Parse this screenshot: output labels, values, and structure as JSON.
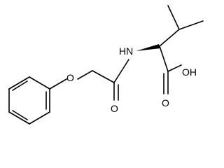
{
  "molecule": {
    "atom_labels": {
      "amide_nh": "HN",
      "ether_oxygen": "O",
      "amide_oxygen": "O",
      "carbonyl_oxygen": "O",
      "hydroxyl": "OH"
    },
    "stereo": "wedge"
  }
}
